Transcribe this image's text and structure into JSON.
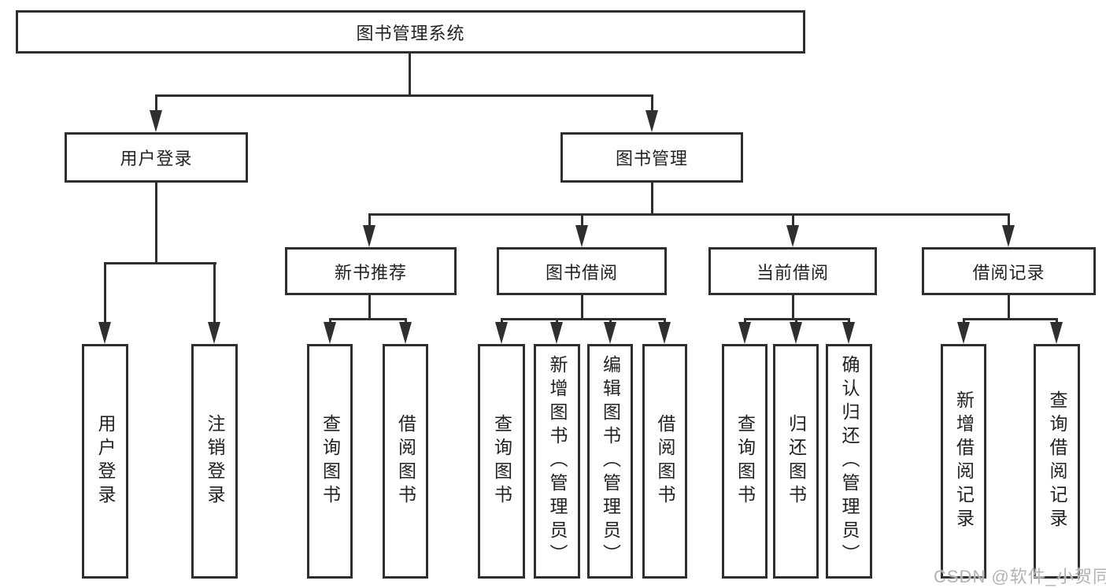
{
  "diagram": {
    "root": {
      "label": "图书管理系统"
    },
    "branches": [
      {
        "label": "用户登录",
        "children": [
          {
            "label": "用户登录"
          },
          {
            "label": "注销登录"
          }
        ]
      },
      {
        "label": "图书管理",
        "children": [
          {
            "label": "新书推荐",
            "children": [
              {
                "label": "查询图书"
              },
              {
                "label": "借阅图书"
              }
            ]
          },
          {
            "label": "图书借阅",
            "children": [
              {
                "label": "查询图书"
              },
              {
                "label": "新增图书（管理员）"
              },
              {
                "label": "编辑图书（管理员）"
              },
              {
                "label": "借阅图书"
              }
            ]
          },
          {
            "label": "当前借阅",
            "children": [
              {
                "label": "查询图书"
              },
              {
                "label": "归还图书"
              },
              {
                "label": "确认归还（管理员）"
              }
            ]
          },
          {
            "label": "借阅记录",
            "children": [
              {
                "label": "新增借阅记录"
              },
              {
                "label": "查询借阅记录"
              }
            ]
          }
        ]
      }
    ]
  },
  "watermark": {
    "text": "CSDN @软件_小贺同学"
  },
  "colors": {
    "line": "#2f2f2f",
    "text": "#222222",
    "watermark": "#b3b3b3",
    "background": "#ffffff"
  }
}
